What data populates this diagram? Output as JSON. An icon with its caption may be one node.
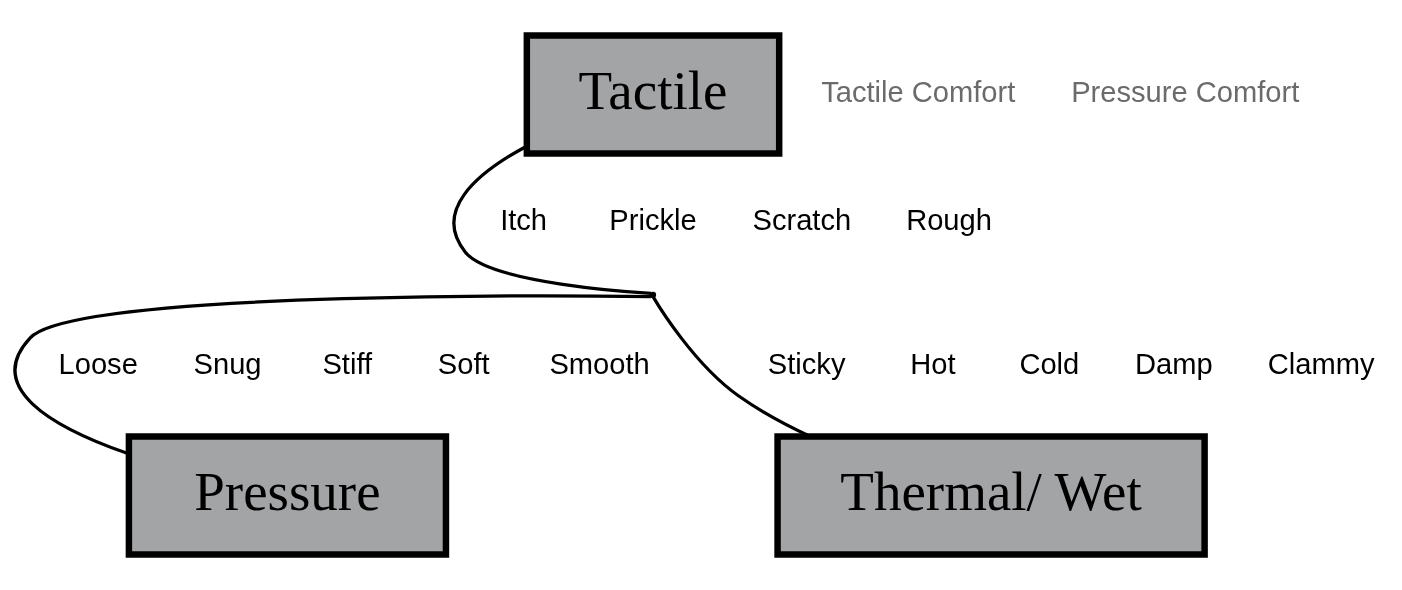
{
  "diagram": {
    "nodes": [
      {
        "text": [
          "Tactile"
        ]
      },
      {
        "text": [
          "Pressure"
        ]
      },
      {
        "text": [
          "Thermal/ Wet"
        ]
      },
      {
        "text": [],
        "shape": "point"
      }
    ],
    "edges": [
      {
        "from": 0,
        "to": 3,
        "arrow": "none"
      },
      {
        "from": 1,
        "to": 3,
        "arrow": "none"
      },
      {
        "from": 3,
        "to": 2,
        "arrow": "none"
      }
    ],
    "labels": [
      "Tactile Comfort",
      "Pressure Comfort",
      "Itch",
      "Prickle",
      "Scratch",
      "Rough",
      "Loose",
      "Snug",
      "Stiff",
      "Soft",
      "Smooth",
      "Sticky",
      "Hot",
      "Cold",
      "Damp",
      "Clammy"
    ]
  }
}
